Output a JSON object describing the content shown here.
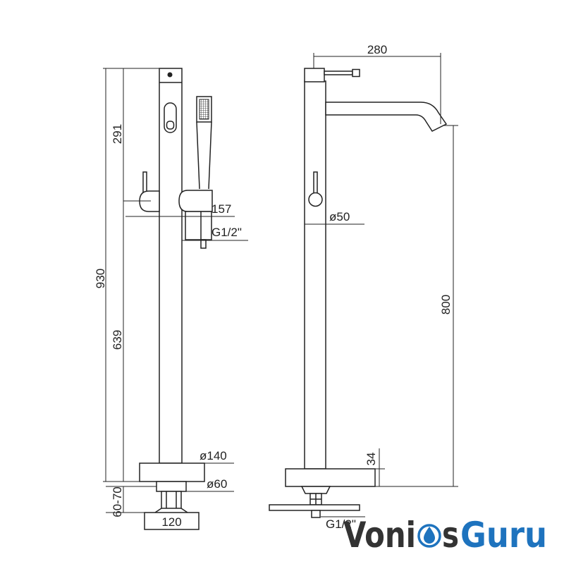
{
  "front_view": {
    "total_height": "930",
    "upper_height": "291",
    "lower_height": "639",
    "shower_outlet_height": "157",
    "shower_thread": "G1/2\"",
    "base_diameter": "ø140",
    "flange_diameter": "ø60",
    "installation_depth": "60-70",
    "installation_width": "120"
  },
  "side_view": {
    "spout_reach": "280",
    "column_diameter": "ø50",
    "spout_height": "800",
    "base_height": "34",
    "inlet_thread": "G1/2\""
  },
  "brand": {
    "part1": "Voni",
    "part2": "s",
    "part3": "Guru",
    "icon": "water-drop-icon",
    "text_color": "#333333",
    "accent_color": "#1e73be"
  },
  "colors": {
    "line": "#222222",
    "background": "#ffffff"
  }
}
